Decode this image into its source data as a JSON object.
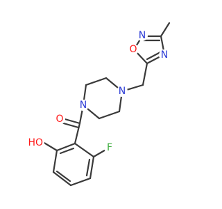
{
  "molecule": {
    "atoms": {
      "o_carbonyl": {
        "label": "O",
        "color": "#ff1a1a"
      },
      "n_pip_1": {
        "label": "N",
        "color": "#2b3bd6"
      },
      "n_pip_4": {
        "label": "N",
        "color": "#2b3bd6"
      },
      "o_ring": {
        "label": "O",
        "color": "#ff1a1a"
      },
      "n_ring_2": {
        "label": "N",
        "color": "#2b3bd6"
      },
      "n_ring_4": {
        "label": "N",
        "color": "#2b3bd6"
      },
      "fluorine": {
        "label": "F",
        "color": "#3fae3f"
      },
      "hydroxyl": {
        "label": "HO",
        "color": "#ff1a1a"
      }
    },
    "bond_color": "#3a3a3a",
    "background": "#ffffff"
  }
}
